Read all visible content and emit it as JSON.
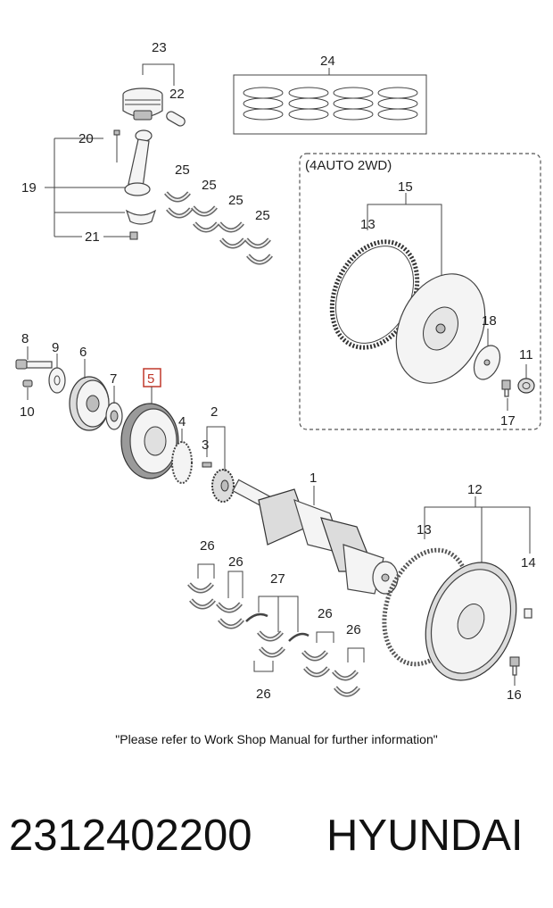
{
  "callouts": {
    "c1": "1",
    "c2": "2",
    "c3": "3",
    "c4": "4",
    "c5": "5",
    "c6": "6",
    "c7": "7",
    "c8": "8",
    "c9": "9",
    "c10": "10",
    "c11": "11",
    "c12": "12",
    "c13a": "13",
    "c13b": "13",
    "c14": "14",
    "c15": "15",
    "c16": "16",
    "c17": "17",
    "c18": "18",
    "c19": "19",
    "c20": "20",
    "c21": "21",
    "c22": "22",
    "c23": "23",
    "c24": "24",
    "c25a": "25",
    "c25b": "25",
    "c25c": "25",
    "c25d": "25",
    "c26a": "26",
    "c26b": "26",
    "c26c": "26",
    "c26d": "26",
    "c26e": "26",
    "c27": "27"
  },
  "inset_label": "(4AUTO 2WD)",
  "highlighted_part": "5",
  "highlight_color": "#c0392b",
  "note": "\"Please refer to Work Shop Manual for further information\"",
  "part_number": "2312402200",
  "brand": "HYUNDAI"
}
